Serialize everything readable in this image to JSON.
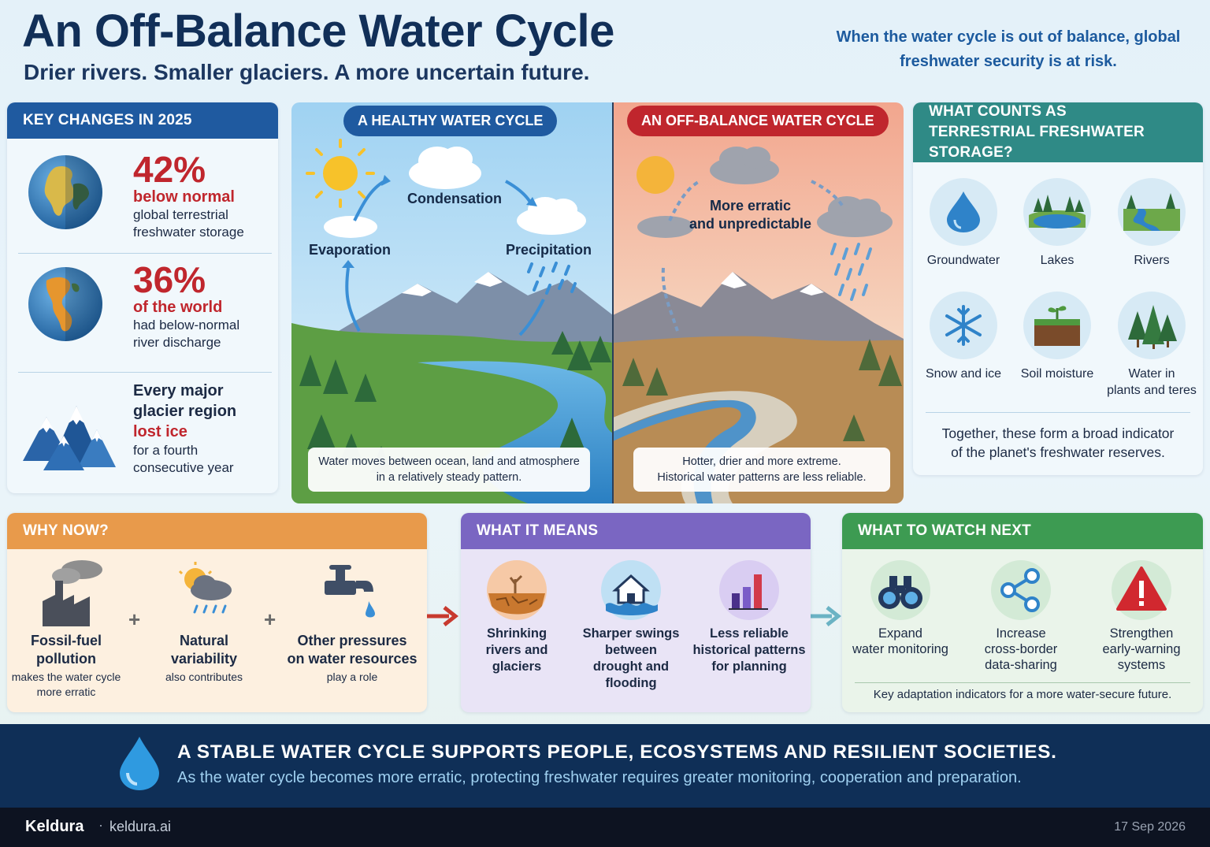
{
  "header": {
    "title": "An Off-Balance Water Cycle",
    "subtitle": "Drier rivers. Smaller glaciers. A more uncertain future.",
    "tagline": "When the water cycle is out of balance, global freshwater security is at risk."
  },
  "key_changes": {
    "heading": "KEY CHANGES IN 2025",
    "items": [
      {
        "big": "42%",
        "highlight": "below normal",
        "text_1": "global terrestrial",
        "text_2": "freshwater storage",
        "icon": "globe-icon"
      },
      {
        "big": "36%",
        "highlight": "of the world",
        "text_1": "had below-normal",
        "text_2": "river discharge",
        "icon": "globe-americas-icon"
      },
      {
        "lead_1": "Every major",
        "lead_2": "glacier region",
        "highlight": "lost ice",
        "text_1": "for a fourth",
        "text_2": "consecutive year",
        "icon": "mountains-icon"
      }
    ]
  },
  "healthy": {
    "pill": "A HEALTHY WATER CYCLE",
    "evaporation": "Evaporation",
    "condensation": "Condensation",
    "precipitation": "Precipitation",
    "note_1": "Water moves between ocean, land and atmosphere",
    "note_2": "in a relatively steady pattern."
  },
  "offbalance": {
    "pill": "AN OFF-BALANCE WATER CYCLE",
    "label_1": "More erratic",
    "label_2": "and unpredictable",
    "note_1": "Hotter, drier and more extreme.",
    "note_2": "Historical water patterns are less reliable."
  },
  "storage": {
    "heading_1": "WHAT COUNTS AS",
    "heading_2": "TERRESTRIAL FRESHWATER STORAGE?",
    "items": [
      {
        "label": "Groundwater",
        "icon": "water-drop-icon"
      },
      {
        "label": "Lakes",
        "icon": "lake-icon"
      },
      {
        "label": "Rivers",
        "icon": "river-icon"
      },
      {
        "label": "Snow and ice",
        "icon": "snowflake-icon"
      },
      {
        "label": "Soil moisture",
        "icon": "soil-sprout-icon"
      },
      {
        "label_1": "Water in",
        "label_2": "plants and teres",
        "icon": "trees-icon"
      }
    ],
    "footer_1": "Together, these form a broad indicator",
    "footer_2": "of the planet's freshwater reserves."
  },
  "why_now": {
    "heading": "WHY NOW?",
    "items": [
      {
        "bold_1": "Fossil-fuel",
        "bold_2": "pollution",
        "small_1": "makes the water cycle",
        "small_2": "more erratic",
        "icon": "factory-icon"
      },
      {
        "bold_1": "Natural",
        "bold_2": "variability",
        "small_1": "also contributes",
        "icon": "sun-cloud-rain-icon"
      },
      {
        "bold_1": "Other pressures",
        "bold_2": "on water resources",
        "small_1": "play a role",
        "icon": "faucet-icon"
      }
    ],
    "plus": "+"
  },
  "means": {
    "heading": "WHAT IT MEANS",
    "items": [
      {
        "lines": [
          "Shrinking",
          "rivers and",
          "glaciers"
        ],
        "icon": "cracked-earth-icon"
      },
      {
        "lines": [
          "Sharper swings",
          "between",
          "drought and",
          "flooding"
        ],
        "icon": "flood-house-icon"
      },
      {
        "lines": [
          "Less reliable",
          "historical patterns",
          "for planning"
        ],
        "icon": "bar-chart-icon"
      }
    ]
  },
  "watch": {
    "heading": "WHAT TO WATCH NEXT",
    "items": [
      {
        "lines": [
          "Expand",
          "water monitoring"
        ],
        "icon": "binoculars-icon"
      },
      {
        "lines": [
          "Increase",
          "cross-border",
          "data-sharing"
        ],
        "icon": "share-network-icon"
      },
      {
        "lines": [
          "Strengthen",
          "early-warning",
          "systems"
        ],
        "icon": "warning-triangle-icon"
      }
    ],
    "footer": "Key adaptation indicators for a more water-secure future."
  },
  "banner": {
    "title": "A STABLE WATER CYCLE SUPPORTS PEOPLE, ECOSYSTEMS AND RESILIENT SOCIETIES.",
    "subtitle": "As the water cycle becomes more erratic, protecting freshwater requires greater monitoring, cooperation and preparation."
  },
  "footer": {
    "brand": "Keldura",
    "separator": "·",
    "url": "keldura.ai",
    "date": "17 Sep 2026"
  },
  "colors": {
    "navy": "#112f58",
    "red": "#c0262d",
    "blue_head": "#1f5aa0",
    "teal_head": "#2f8a86",
    "orange_head": "#e89a4b",
    "purple_head": "#7a66c2",
    "green_head": "#3d9b52"
  }
}
